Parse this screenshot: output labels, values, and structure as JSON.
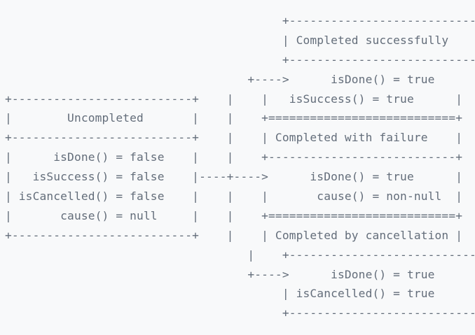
{
  "diagram": {
    "lines": [
      "                                        +---------------------------+",
      "                                        | Completed successfully    |",
      "                                        +---------------------------+",
      "                                   +---->      isDone() = true      |",
      "+--------------------------+    |    |   isSuccess() = true      |",
      "|        Uncompleted       |    |    +===========================+",
      "+--------------------------+    |    | Completed with failure    |",
      "|      isDone() = false    |    |    +---------------------------+",
      "|   isSuccess() = false    |----+---->      isDone() = true      |",
      "| isCancelled() = false    |    |    |       cause() = non-null  |",
      "|       cause() = null     |    |    +===========================+",
      "+--------------------------+    |    | Completed by cancellation |",
      "                                   |    +---------------------------+",
      "                                   +---->      isDone() = true      |",
      "                                        | isCancelled() = true      |",
      "                                        +---------------------------+"
    ]
  }
}
